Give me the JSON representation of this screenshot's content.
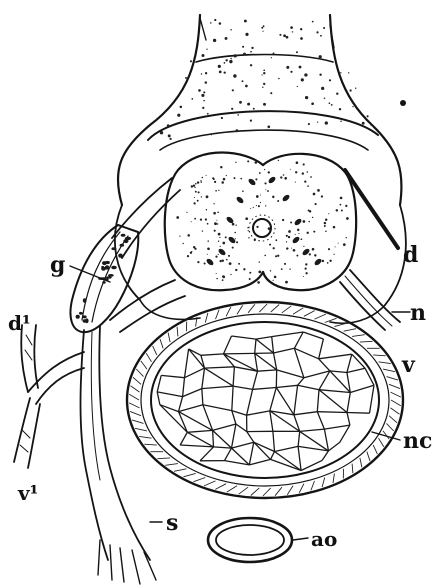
{
  "figure": {
    "labels": {
      "d": "d",
      "g": "g",
      "d1": "d¹",
      "n": "n",
      "v": "v",
      "nc": "nc",
      "v1": "v¹",
      "s": "s",
      "ao": "ao"
    }
  }
}
